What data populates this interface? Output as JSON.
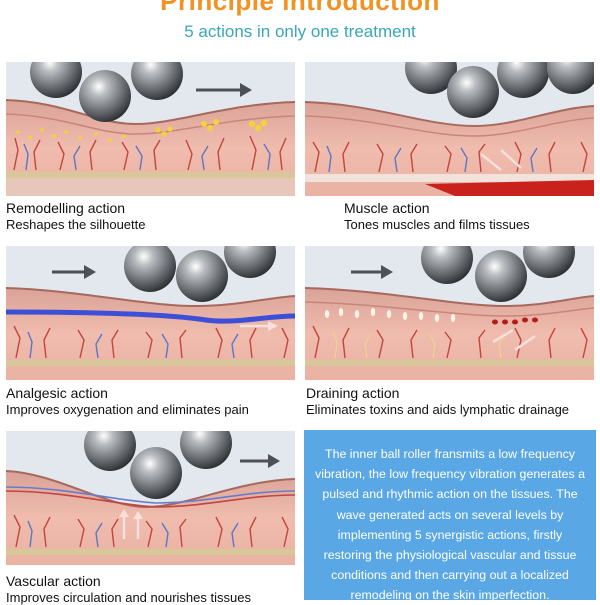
{
  "header": {
    "title": "Principle introduction",
    "subtitle": "5 actions in only one treatment"
  },
  "actions": [
    {
      "title": "Remodelling action",
      "description": "Reshapes the silhouette"
    },
    {
      "title": "Muscle action",
      "description": "Tones muscles and films tissues"
    },
    {
      "title": "Analgesic action",
      "description": "Improves oxygenation and eliminates pain"
    },
    {
      "title": "Draining action",
      "description": "Eliminates toxins and aids lymphatic drainage"
    },
    {
      "title": "Vascular action",
      "description": "Improves circulation and nourishes tissues"
    }
  ],
  "info_box": {
    "text": "The inner ball roller fransmits a low frequency vibration, the low frequency vibration generates a pulsed and rhythmic action on the tissues. The wave generated acts on several levels by implementing 5 synergistic actions, firstly restoring the physiological vascular and tissue conditions and then carrying out a localized remodeling on the skin imperfection."
  },
  "colors": {
    "title": "#f39221",
    "subtitle": "#39a7b8",
    "info_box_bg": "#5aa7e6",
    "skin": "#ecb3a3",
    "vessel_red": "#c2453f",
    "vessel_blue": "#5a77c4"
  }
}
